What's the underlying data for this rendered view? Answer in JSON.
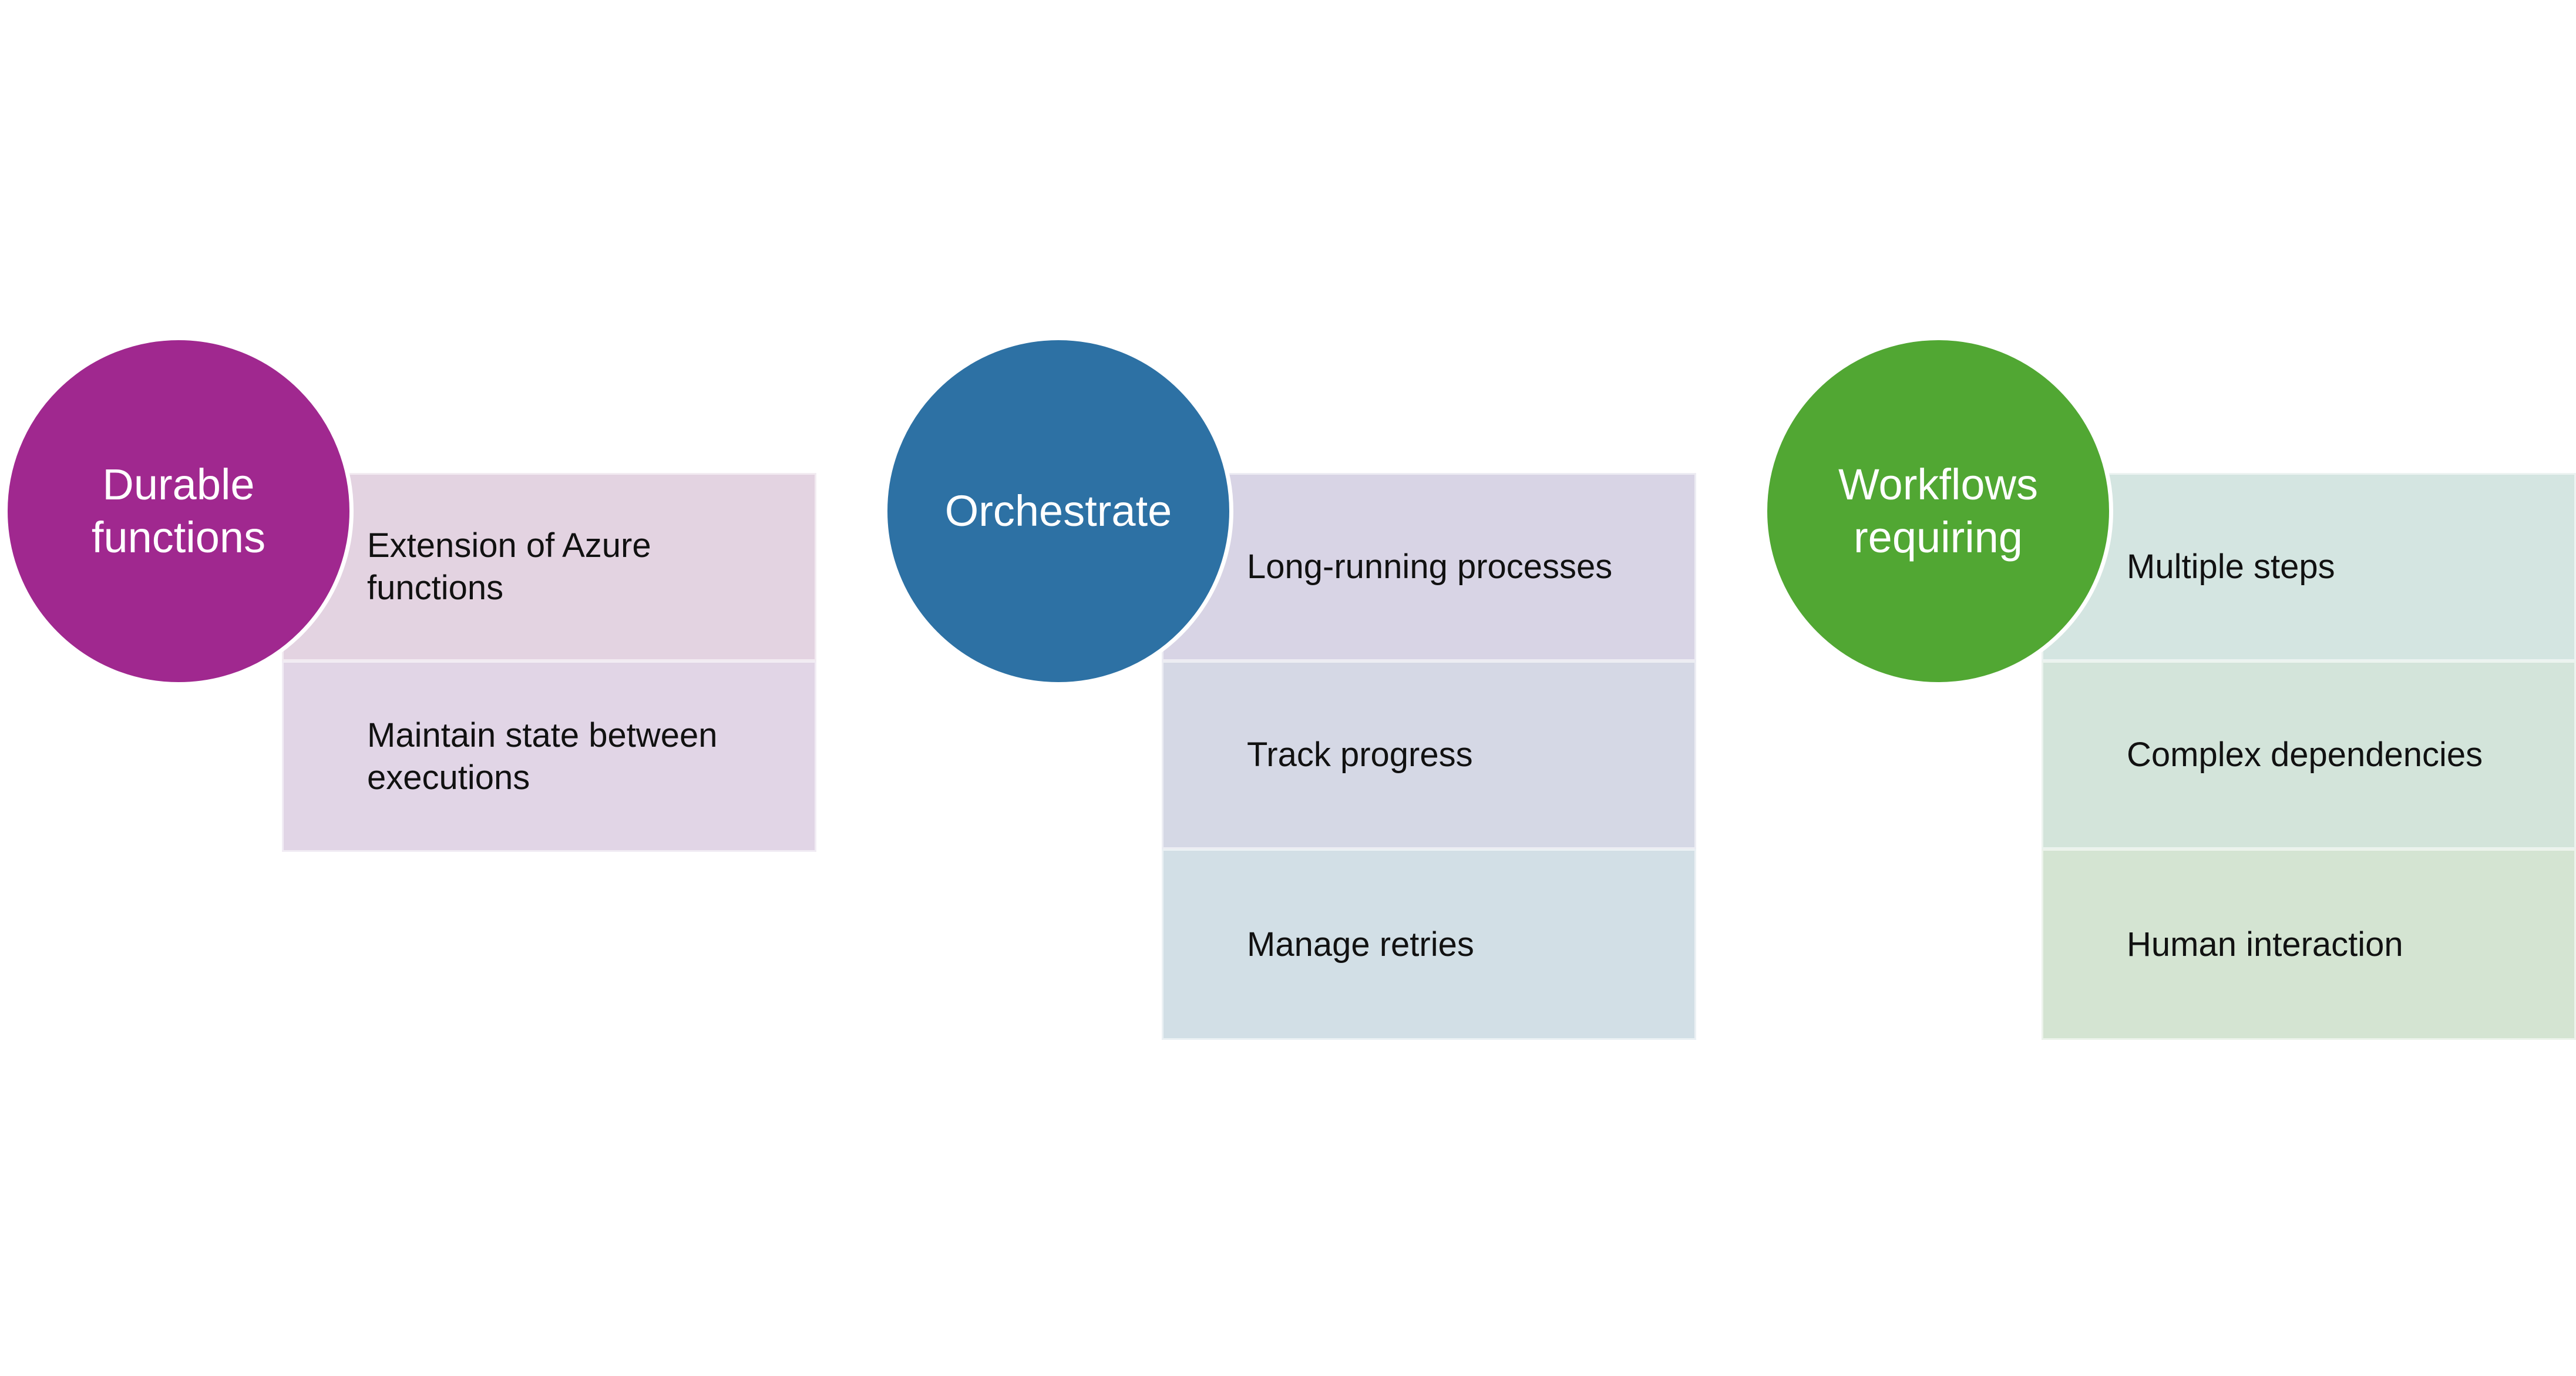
{
  "groups": [
    {
      "title": "Durable functions",
      "color": "#A0288F",
      "items": [
        {
          "label": "Extension of Azure functions",
          "color": "#E3D3E1"
        },
        {
          "label": "Maintain state between executions",
          "color": "#E1D5E6"
        }
      ]
    },
    {
      "title": "Orchestrate",
      "color": "#2D71A4",
      "items": [
        {
          "label": "Long-running processes",
          "color": "#D8D4E5"
        },
        {
          "label": "Track progress",
          "color": "#D5D8E5"
        },
        {
          "label": "Manage retries",
          "color": "#D2DFE6"
        }
      ]
    },
    {
      "title": "Workflows requiring",
      "color": "#51A733",
      "items": [
        {
          "label": "Multiple steps",
          "color": "#D4E5E1"
        },
        {
          "label": "Complex dependencies",
          "color": "#D3E4DA"
        },
        {
          "label": "Human interaction",
          "color": "#D4E4D2"
        }
      ]
    }
  ]
}
